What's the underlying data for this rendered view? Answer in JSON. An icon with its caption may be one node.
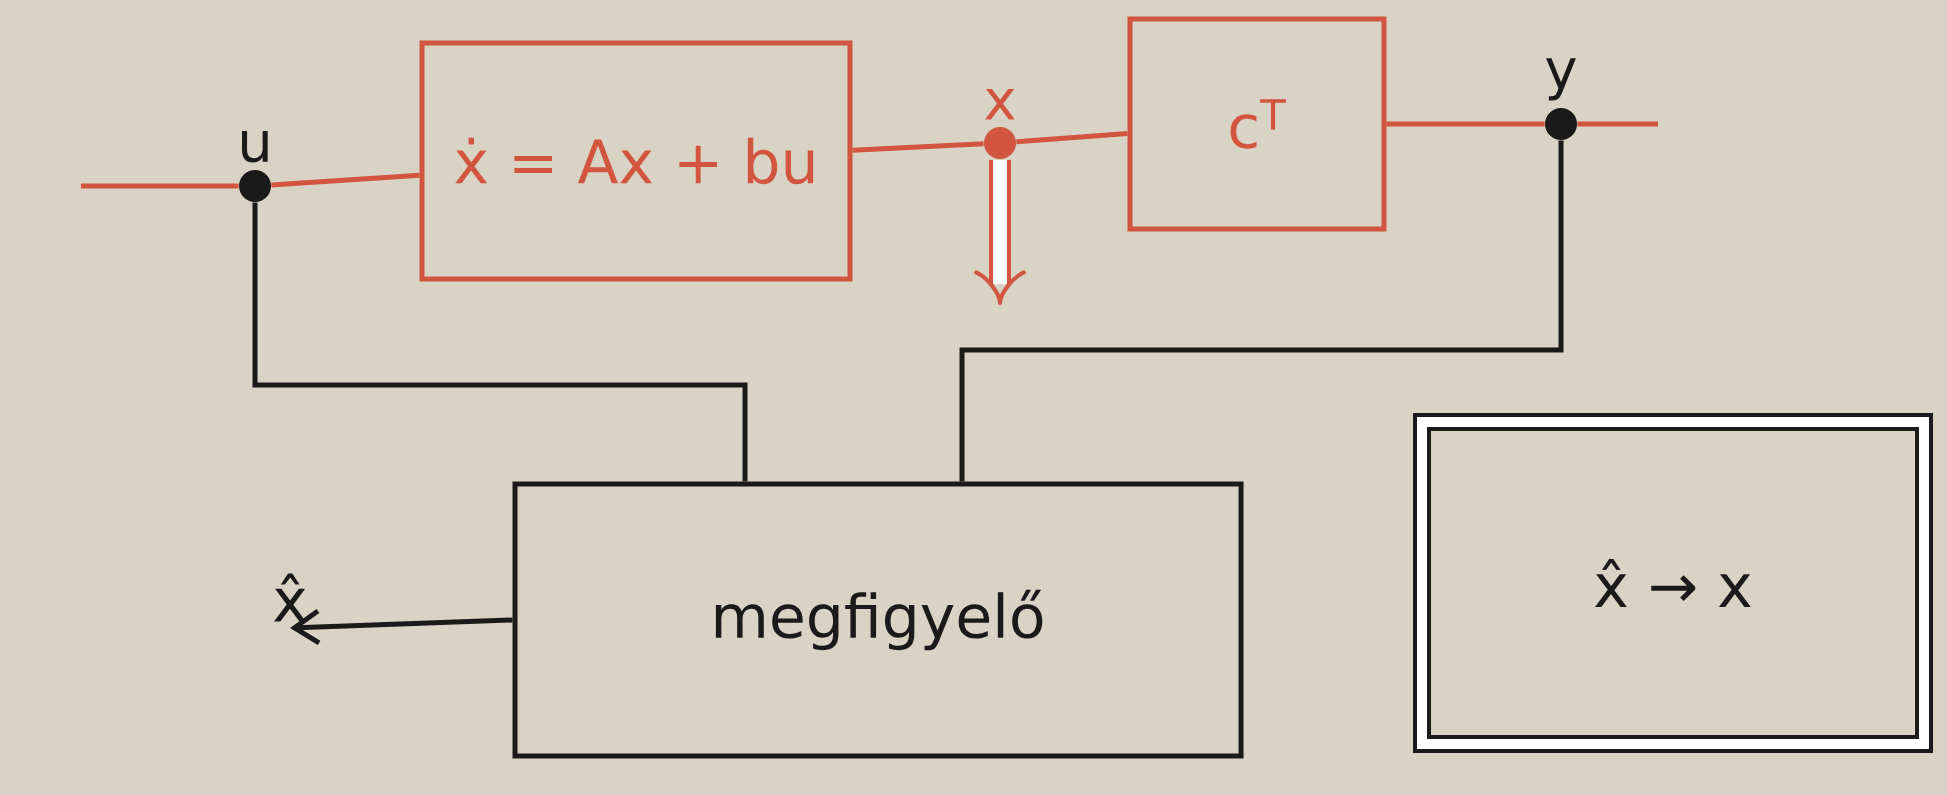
{
  "diagram": {
    "nodes": [
      {
        "text": [
          "u"
        ]
      },
      {
        "text": [
          "ẋ = Ax + bu"
        ]
      },
      {
        "text": [
          "x"
        ]
      },
      {
        "text": [
          "c$^{T}$"
        ]
      },
      {
        "text": [
          "y"
        ]
      },
      {
        "text": [
          "megfigyelő"
        ]
      },
      {
        "text": [
          "x̂"
        ]
      },
      {
        "text": [
          "x̂ → x"
        ]
      }
    ],
    "edges": [
      {
        "from": null,
        "to": 0,
        "arrow": "none"
      },
      {
        "from": 0,
        "to": 1,
        "arrow": "none"
      },
      {
        "from": 1,
        "to": 2,
        "arrow": "none"
      },
      {
        "from": 2,
        "to": 3,
        "arrow": "none"
      },
      {
        "from": 3,
        "to": 4,
        "arrow": "none"
      },
      {
        "from": 4,
        "to": null,
        "arrow": "none"
      },
      {
        "from": 0,
        "to": 5,
        "arrow": "none",
        "color": "#1a1a1a"
      },
      {
        "from": 4,
        "to": 5,
        "arrow": "none",
        "color": "#1a1a1a"
      },
      {
        "from": 5,
        "to": 6,
        "arrow": "to",
        "color": "#1a1a1a"
      }
    ]
  }
}
